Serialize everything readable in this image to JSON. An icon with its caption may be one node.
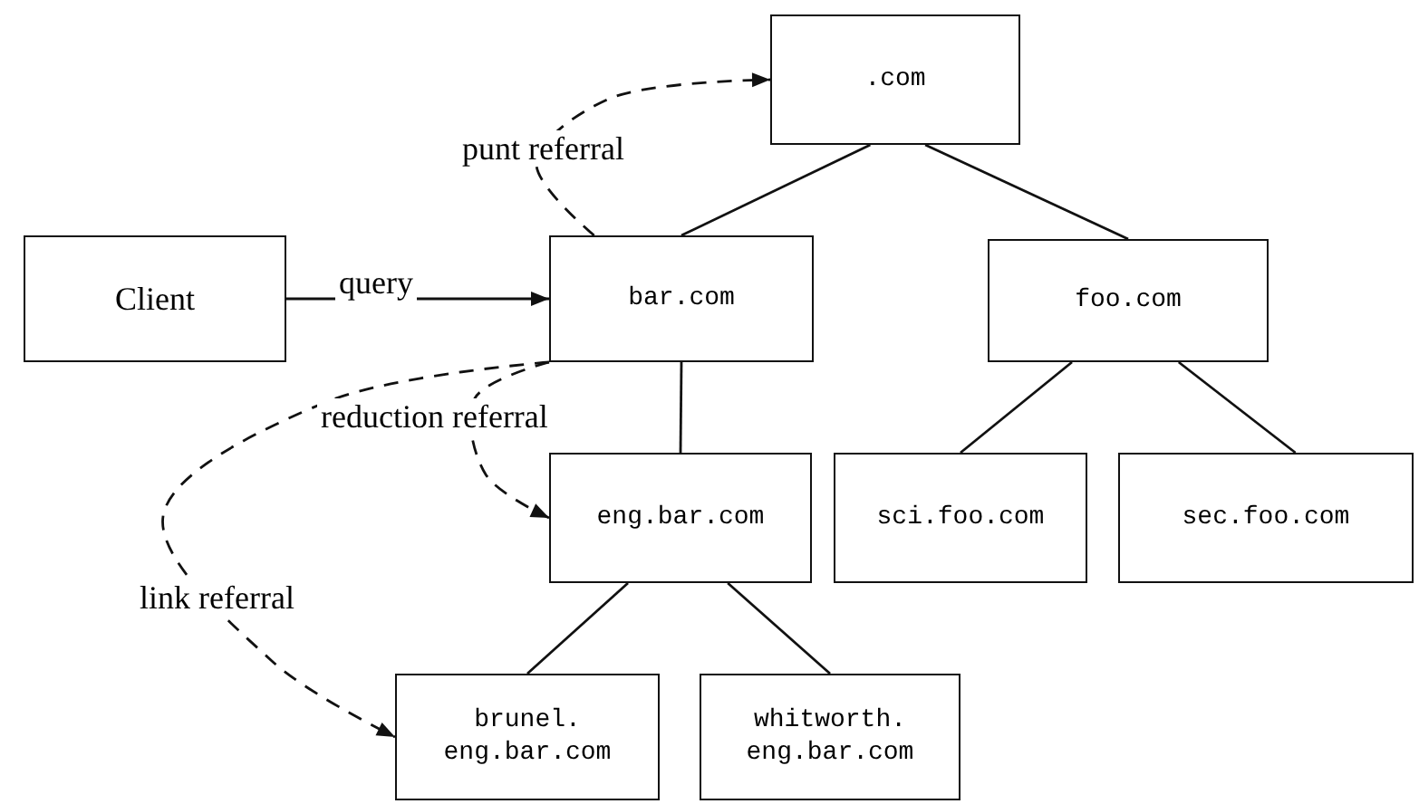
{
  "diagram": {
    "nodes": [
      {
        "text": [
          ".com"
        ]
      },
      {
        "text": [
          "Client"
        ]
      },
      {
        "text": [
          "bar.com"
        ]
      },
      {
        "text": [
          "foo.com"
        ]
      },
      {
        "text": [
          "eng.bar.com"
        ]
      },
      {
        "text": [
          "sci.foo.com"
        ]
      },
      {
        "text": [
          "sec.foo.com"
        ]
      },
      {
        "text": [
          "brunel. eng.bar.com"
        ]
      },
      {
        "text": [
          "whitworth. eng.bar.com"
        ]
      }
    ],
    "edges": [
      {
        "from": 1,
        "to": 2,
        "arrow": "to",
        "label": "query"
      },
      {
        "from": 2,
        "to": 0,
        "arrow": "to",
        "label": "punt referral",
        "style": "dashed"
      },
      {
        "from": 2,
        "to": 4,
        "arrow": "to",
        "label": "reduction referral",
        "style": "dashed"
      },
      {
        "from": 2,
        "to": 7,
        "arrow": "to",
        "label": "link referral",
        "style": "dashed"
      },
      {
        "from": 0,
        "to": 2,
        "arrow": "none"
      },
      {
        "from": 0,
        "to": 3,
        "arrow": "none"
      },
      {
        "from": 2,
        "to": 4,
        "arrow": "none"
      },
      {
        "from": 3,
        "to": 5,
        "arrow": "none"
      },
      {
        "from": 3,
        "to": 6,
        "arrow": "none"
      },
      {
        "from": 4,
        "to": 7,
        "arrow": "none"
      },
      {
        "from": 4,
        "to": 8,
        "arrow": "none"
      }
    ]
  }
}
